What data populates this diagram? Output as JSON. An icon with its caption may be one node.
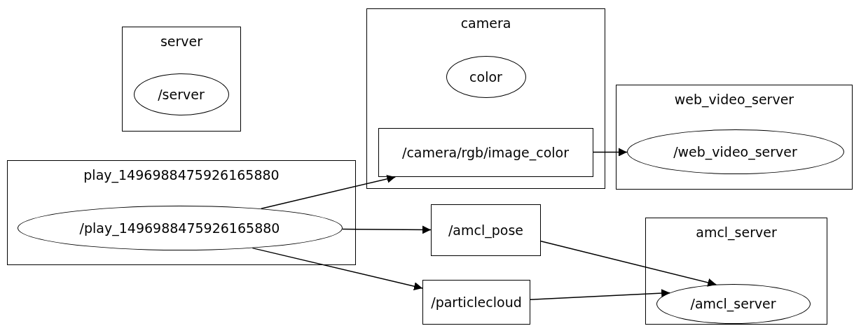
{
  "diagram": {
    "nodes": [
      {
        "text": [
          "server"
        ]
      },
      {
        "text": [
          "/server"
        ],
        "in": 0
      },
      {
        "text": [
          "camera"
        ]
      },
      {
        "text": [
          "color"
        ],
        "in": 2
      },
      {
        "text": [
          "/camera/rgb/image_color"
        ],
        "in": 2
      },
      {
        "text": [
          "web_video_server"
        ]
      },
      {
        "text": [
          "/web_video_server"
        ],
        "in": 5
      },
      {
        "text": [
          "play_1496988475926165880"
        ]
      },
      {
        "text": [
          "/play_1496988475926165880"
        ],
        "in": 7
      },
      {
        "text": [
          "/amcl_pose"
        ]
      },
      {
        "text": [
          "amcl_server"
        ]
      },
      {
        "text": [
          "/amcl_server"
        ],
        "in": 10
      },
      {
        "text": [
          "/particlecloud"
        ]
      }
    ],
    "edges": [
      {
        "from": 8,
        "to": 4,
        "arrow": "to"
      },
      {
        "from": 4,
        "to": 6,
        "arrow": "to"
      },
      {
        "from": 8,
        "to": 9,
        "arrow": "to"
      },
      {
        "from": 8,
        "to": 12,
        "arrow": "to"
      },
      {
        "from": 9,
        "to": 11,
        "arrow": "to"
      },
      {
        "from": 12,
        "to": 11,
        "arrow": "to"
      }
    ]
  }
}
